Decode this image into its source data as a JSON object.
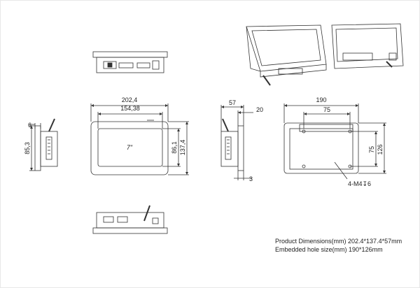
{
  "dimensions": {
    "front_width": "202,4",
    "front_inner_width": "154,38",
    "front_height": "137,4",
    "front_inner_height": "86,1",
    "screen_size": "7\"",
    "left_side_height": "85,3",
    "left_side_thickness": "6",
    "side_depth": "57",
    "side_bezel": "20",
    "side_panel_thickness": "3",
    "rear_width": "190",
    "rear_inner_width": "75",
    "rear_height": "126",
    "rear_inner_height": "75",
    "mount_holes": "4-M4↧6"
  },
  "notes": {
    "product_dimensions": "Product Dimensions(mm) 202.4*137.4*57mm",
    "embedded_hole": "Embedded hole size(mm) 190*126mm"
  }
}
